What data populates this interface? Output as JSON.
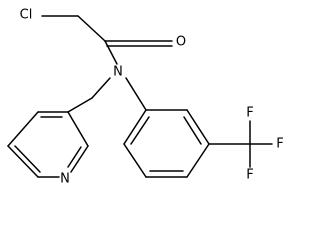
{
  "molecule": {
    "atoms": {
      "chlorine": "Cl",
      "oxygen": "O",
      "amide_nitrogen": "N",
      "pyridine_nitrogen": "N",
      "fluorine_1": "F",
      "fluorine_2": "F",
      "fluorine_3": "F"
    }
  },
  "colors": {
    "bond": "#000000",
    "label": "#000000",
    "background": "#ffffff"
  }
}
